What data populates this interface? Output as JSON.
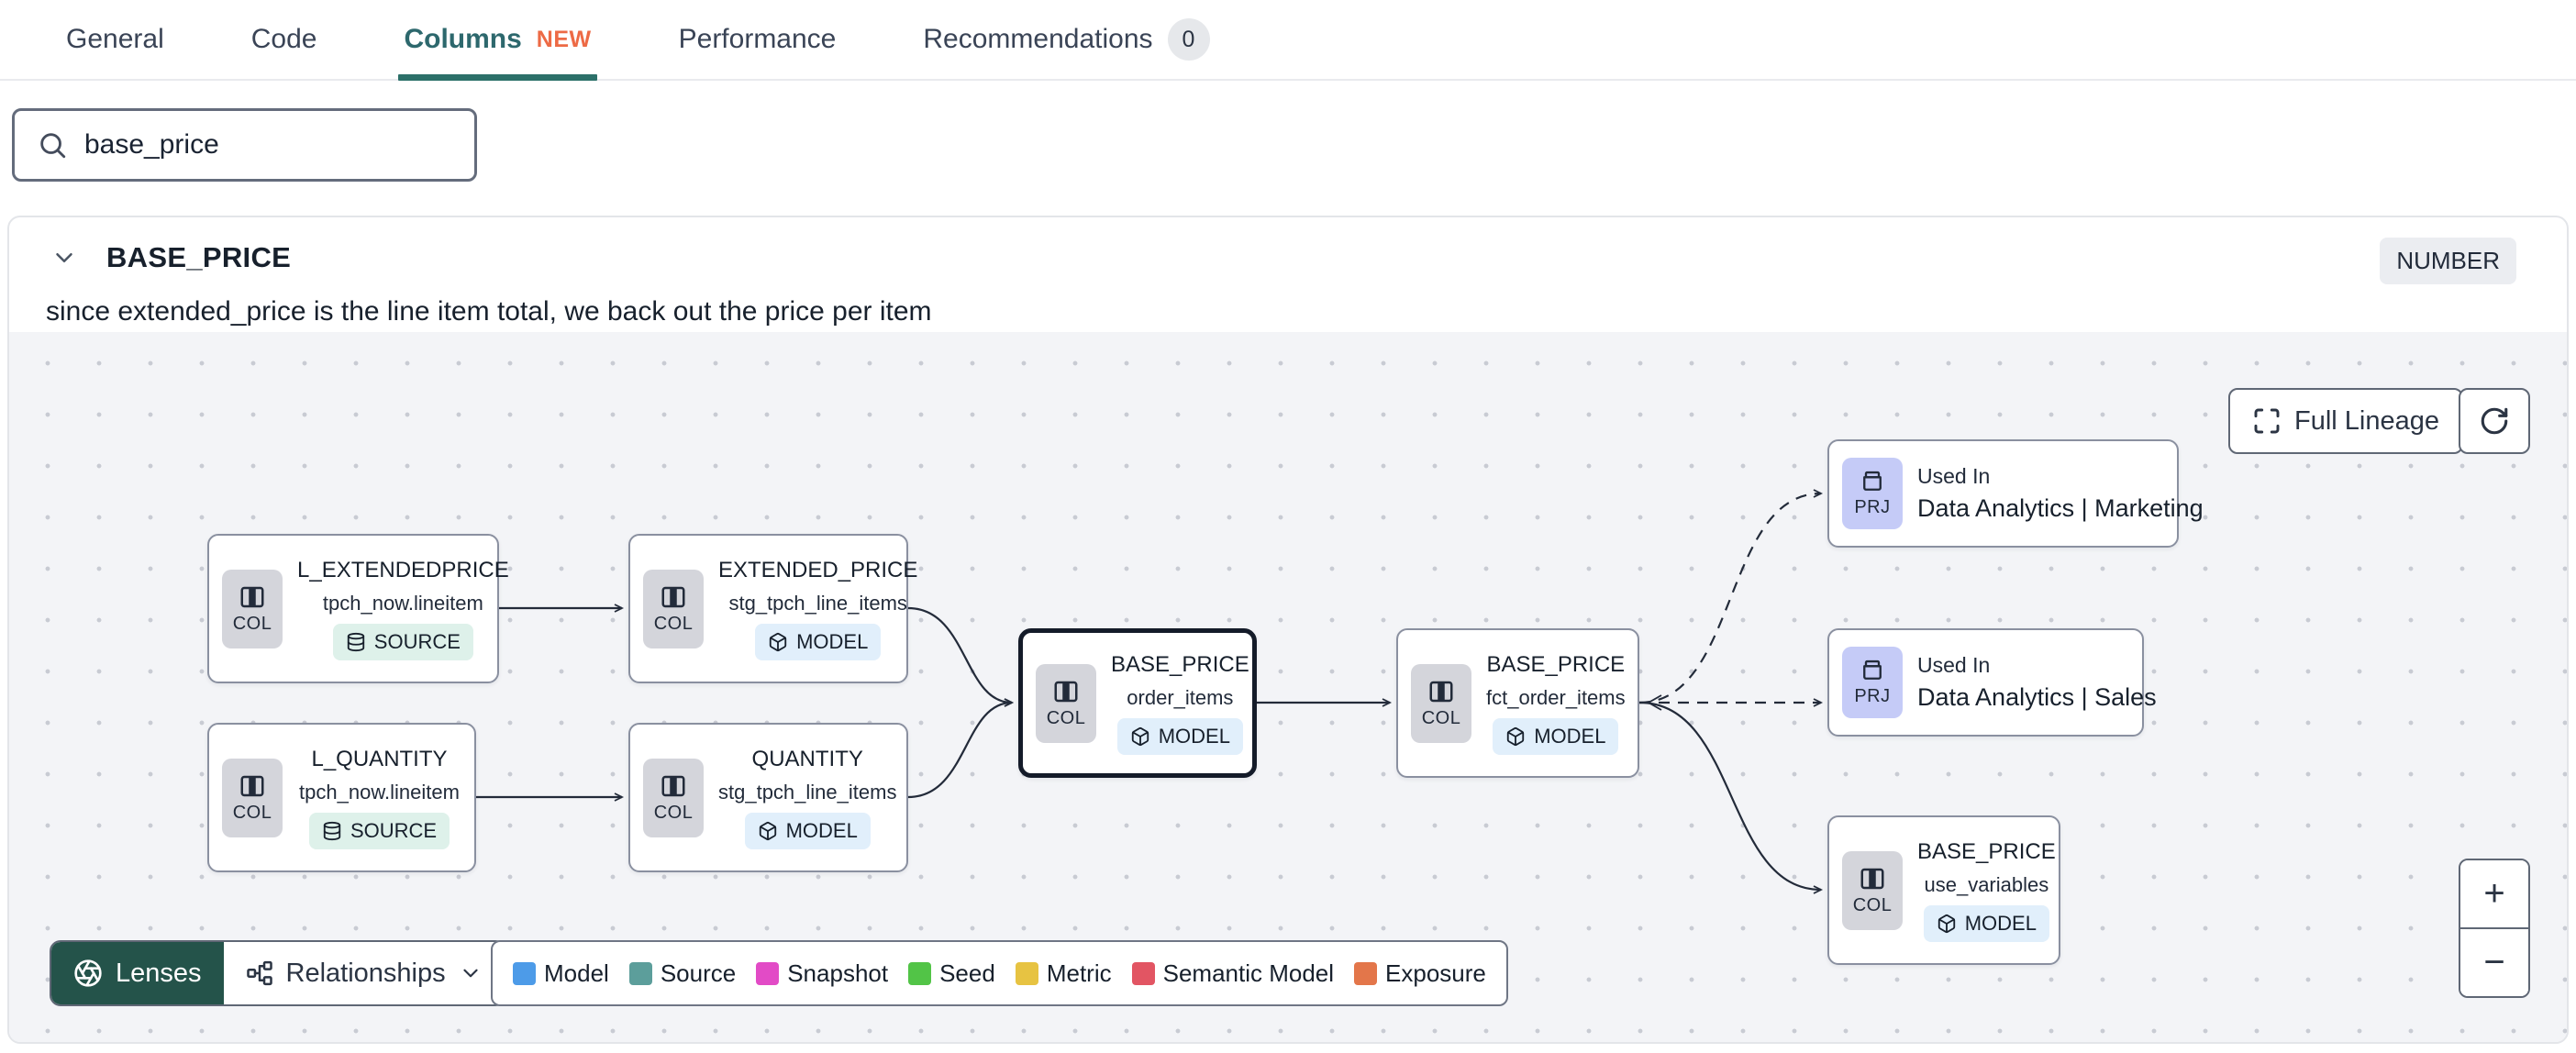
{
  "tabs": [
    {
      "label": "General"
    },
    {
      "label": "Code"
    },
    {
      "label": "Columns",
      "badge": "NEW",
      "active": true
    },
    {
      "label": "Performance"
    },
    {
      "label": "Recommendations",
      "count": "0"
    }
  ],
  "search": {
    "value": "base_price"
  },
  "column_panel": {
    "name": "BASE_PRICE",
    "type_badge": "NUMBER",
    "description": "since extended_price is the line item total, we back out the price per item"
  },
  "lineage": {
    "controls": {
      "full_lineage_label": "Full Lineage",
      "zoom_in": "+",
      "zoom_out": "−"
    },
    "footer": {
      "lenses_label": "Lenses",
      "relationships_label": "Relationships"
    },
    "nodes": [
      {
        "kind": "COL",
        "title": "L_EXTENDEDPRICE",
        "subtitle": "tpch_now.lineitem",
        "badge": "SOURCE"
      },
      {
        "kind": "COL",
        "title": "L_QUANTITY",
        "subtitle": "tpch_now.lineitem",
        "badge": "SOURCE"
      },
      {
        "kind": "COL",
        "title": "EXTENDED_PRICE",
        "subtitle": "stg_tpch_line_items",
        "badge": "MODEL"
      },
      {
        "kind": "COL",
        "title": "QUANTITY",
        "subtitle": "stg_tpch_line_items",
        "badge": "MODEL"
      },
      {
        "kind": "COL",
        "title": "BASE_PRICE",
        "subtitle": "order_items",
        "badge": "MODEL",
        "selected": true
      },
      {
        "kind": "COL",
        "title": "BASE_PRICE",
        "subtitle": "fct_order_items",
        "badge": "MODEL"
      },
      {
        "kind": "PRJ",
        "pretitle": "Used In",
        "title": "Data Analytics | Marketing"
      },
      {
        "kind": "PRJ",
        "pretitle": "Used In",
        "title": "Data Analytics | Sales"
      },
      {
        "kind": "COL",
        "title": "BASE_PRICE",
        "subtitle": "use_variables",
        "badge": "MODEL"
      }
    ],
    "legend": [
      {
        "label": "Model",
        "color": "#4d9be8"
      },
      {
        "label": "Source",
        "color": "#5c9e9b"
      },
      {
        "label": "Snapshot",
        "color": "#e24bc6"
      },
      {
        "label": "Seed",
        "color": "#52c447"
      },
      {
        "label": "Metric",
        "color": "#e7c342"
      },
      {
        "label": "Semantic Model",
        "color": "#e25563"
      },
      {
        "label": "Exposure",
        "color": "#e3764a"
      }
    ]
  },
  "colors": {
    "accent_teal": "#2d686d",
    "tab_underline": "#2c7069",
    "new_badge": "#ed6a45",
    "lenses_green": "#24534a",
    "col_badge_bg": "#d4d5db",
    "prj_badge_bg": "#c5cbf7",
    "source_pill_bg": "#def1ea",
    "model_pill_bg": "#e1effb"
  }
}
